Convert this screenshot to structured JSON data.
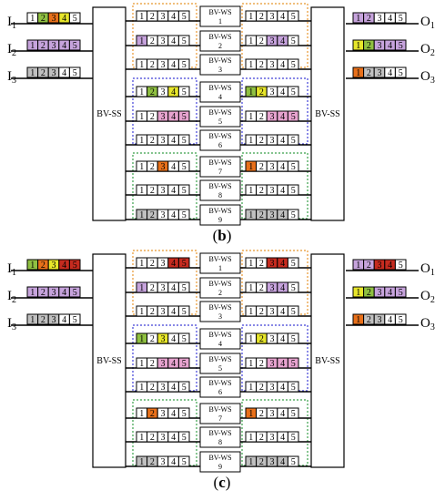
{
  "colors": {
    "W": "#ffffff",
    "G": "#c0c0c0",
    "P": "#c6a3dc",
    "K": "#e7a3cf",
    "Y": "#e7e62a",
    "L": "#8fc041",
    "O": "#e8701a",
    "R": "#c62b1f",
    "box_orange": "#e8962e",
    "box_blue": "#4040d8",
    "box_green": "#3aa04a"
  },
  "slots": [
    "1",
    "2",
    "3",
    "4",
    "5"
  ],
  "labels": {
    "inputs": [
      {
        "letter": "I",
        "sub": "1"
      },
      {
        "letter": "I",
        "sub": "2"
      },
      {
        "letter": "I",
        "sub": "3"
      }
    ],
    "outputs": [
      {
        "letter": "O",
        "sub": "1"
      },
      {
        "letter": "O",
        "sub": "2"
      },
      {
        "letter": "O",
        "sub": "3"
      }
    ],
    "bvss": "BV-SS",
    "bvws": "BV-WS",
    "ws_numbers": [
      "1",
      "2",
      "3",
      "4",
      "5",
      "6",
      "7",
      "8",
      "9"
    ]
  },
  "panels": [
    {
      "caption": "(b)",
      "inputs": [
        [
          "W",
          "L",
          "O",
          "Y",
          "W"
        ],
        [
          "P",
          "P",
          "P",
          "P",
          "P"
        ],
        [
          "G",
          "G",
          "G",
          "W",
          "W"
        ]
      ],
      "outputs": [
        [
          "P",
          "P",
          "W",
          "W",
          "W"
        ],
        [
          "Y",
          "L",
          "P",
          "P",
          "P"
        ],
        [
          "O",
          "G",
          "G",
          "W",
          "W"
        ]
      ],
      "left_rows": [
        [
          "W",
          "W",
          "W",
          "W",
          "W"
        ],
        [
          "P",
          "W",
          "W",
          "W",
          "W"
        ],
        [
          "W",
          "W",
          "W",
          "W",
          "W"
        ],
        [
          "W",
          "L",
          "W",
          "Y",
          "W"
        ],
        [
          "W",
          "W",
          "K",
          "K",
          "K"
        ],
        [
          "W",
          "W",
          "W",
          "W",
          "W"
        ],
        [
          "W",
          "W",
          "O",
          "W",
          "W"
        ],
        [
          "W",
          "W",
          "W",
          "W",
          "W"
        ],
        [
          "G",
          "G",
          "W",
          "W",
          "W"
        ]
      ],
      "right_rows": [
        [
          "W",
          "W",
          "W",
          "W",
          "W"
        ],
        [
          "W",
          "W",
          "P",
          "P",
          "W"
        ],
        [
          "W",
          "W",
          "W",
          "W",
          "W"
        ],
        [
          "L",
          "Y",
          "W",
          "W",
          "W"
        ],
        [
          "W",
          "W",
          "K",
          "K",
          "K"
        ],
        [
          "W",
          "W",
          "W",
          "W",
          "W"
        ],
        [
          "O",
          "W",
          "W",
          "W",
          "W"
        ],
        [
          "W",
          "W",
          "W",
          "W",
          "W"
        ],
        [
          "G",
          "G",
          "G",
          "G",
          "W"
        ]
      ]
    },
    {
      "caption": "(c)",
      "inputs": [
        [
          "L",
          "O",
          "Y",
          "R",
          "R"
        ],
        [
          "P",
          "P",
          "P",
          "P",
          "P"
        ],
        [
          "G",
          "G",
          "G",
          "W",
          "W"
        ]
      ],
      "outputs": [
        [
          "P",
          "P",
          "R",
          "R",
          "W"
        ],
        [
          "Y",
          "L",
          "P",
          "P",
          "P"
        ],
        [
          "O",
          "G",
          "G",
          "W",
          "W"
        ]
      ],
      "left_rows": [
        [
          "W",
          "W",
          "W",
          "R",
          "R"
        ],
        [
          "P",
          "W",
          "W",
          "W",
          "W"
        ],
        [
          "W",
          "W",
          "W",
          "W",
          "W"
        ],
        [
          "L",
          "W",
          "Y",
          "W",
          "W"
        ],
        [
          "W",
          "W",
          "K",
          "K",
          "K"
        ],
        [
          "W",
          "W",
          "W",
          "W",
          "W"
        ],
        [
          "W",
          "O",
          "W",
          "W",
          "W"
        ],
        [
          "W",
          "W",
          "W",
          "W",
          "W"
        ],
        [
          "G",
          "G",
          "W",
          "W",
          "W"
        ]
      ],
      "right_rows": [
        [
          "W",
          "W",
          "R",
          "R",
          "W"
        ],
        [
          "W",
          "W",
          "P",
          "P",
          "W"
        ],
        [
          "W",
          "W",
          "W",
          "W",
          "W"
        ],
        [
          "W",
          "Y",
          "W",
          "W",
          "W"
        ],
        [
          "W",
          "W",
          "K",
          "K",
          "K"
        ],
        [
          "W",
          "W",
          "W",
          "W",
          "W"
        ],
        [
          "O",
          "W",
          "W",
          "W",
          "W"
        ],
        [
          "W",
          "W",
          "W",
          "W",
          "W"
        ],
        [
          "G",
          "G",
          "G",
          "G",
          "W"
        ]
      ]
    }
  ]
}
